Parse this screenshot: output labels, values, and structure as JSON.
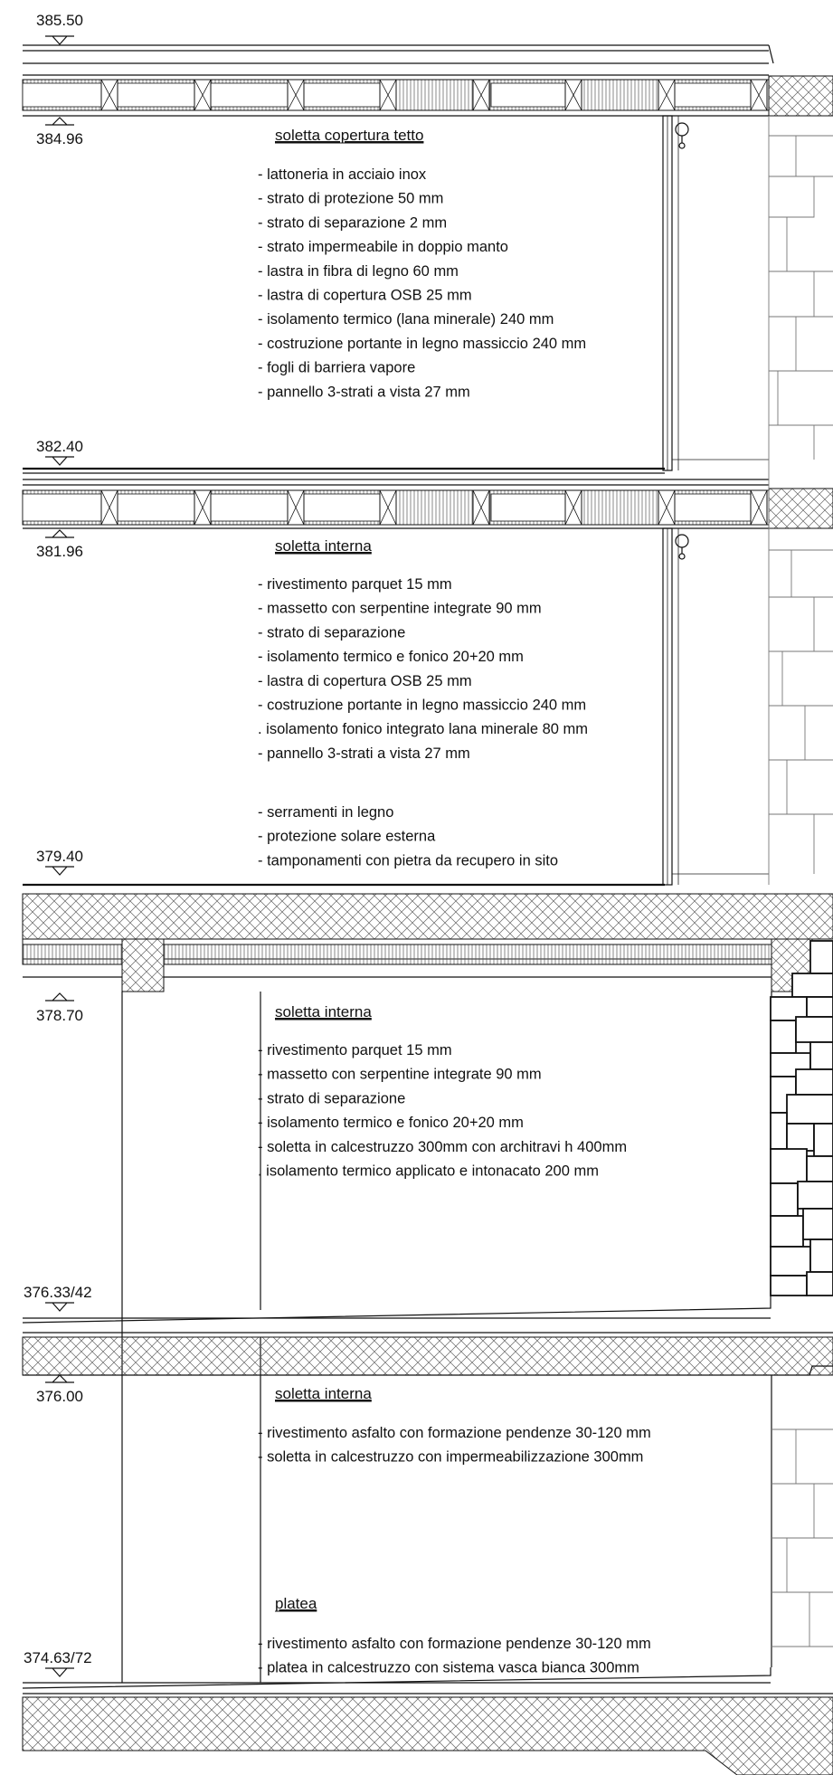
{
  "levels": [
    {
      "label": "385.50",
      "marker": "down"
    },
    {
      "label": "384.96",
      "marker": "up"
    },
    {
      "label": "382.40",
      "marker": "down"
    },
    {
      "label": "381.96",
      "marker": "up"
    },
    {
      "label": "379.40",
      "marker": "down"
    },
    {
      "label": "378.70",
      "marker": "up"
    },
    {
      "label": "376.33/42",
      "marker": "down"
    },
    {
      "label": "376.00",
      "marker": "up"
    },
    {
      "label": "374.63/72",
      "marker": "down"
    }
  ],
  "sections": [
    {
      "title": "soletta copertura tetto",
      "lines": [
        "- lattoneria in acciaio inox",
        "- strato di protezione 50 mm",
        "- strato di separazione 2 mm",
        "- strato impermeabile in doppio manto",
        "- lastra in fibra di legno 60 mm",
        "- lastra di copertura OSB 25 mm",
        "- isolamento termico  (lana minerale) 240 mm",
        "- costruzione portante in legno massiccio 240 mm",
        "- fogli di barriera vapore",
        "- pannello 3-strati a vista 27 mm"
      ]
    },
    {
      "title": "soletta interna",
      "lines": [
        "- rivestimento parquet 15 mm",
        "- massetto con serpentine integrate 90 mm",
        "- strato di separazione",
        "- isolamento termico e fonico  20+20 mm",
        "- lastra di copertura OSB 25 mm",
        "- costruzione portante in legno massiccio 240 mm",
        ". isolamento fonico integrato lana minerale 80 mm",
        "- pannello 3-strati a vista 27 mm"
      ]
    },
    {
      "title": "",
      "lines": [
        "- serramenti in legno",
        "- protezione solare esterna",
        "- tamponamenti con pietra da recupero in sito"
      ]
    },
    {
      "title": "soletta interna",
      "lines": [
        "- rivestimento parquet 15 mm",
        "- massetto con serpentine integrate 90 mm",
        "- strato di separazione",
        "- isolamento termico e fonico  20+20 mm",
        "- soletta in calcestruzzo 300mm con architravi h 400mm",
        ". isolamento termico applicato e intonacato 200 mm"
      ]
    },
    {
      "title": "soletta interna",
      "lines": [
        "- rivestimento asfalto con formazione pendenze 30-120 mm",
        "- soletta in calcestruzzo con impermeabilizzazione 300mm"
      ]
    },
    {
      "title": "platea",
      "lines": [
        "- rivestimento asfalto con formazione pendenze 30-120 mm",
        "- platea in calcestruzzo con sistema vasca bianca 300mm"
      ]
    }
  ]
}
